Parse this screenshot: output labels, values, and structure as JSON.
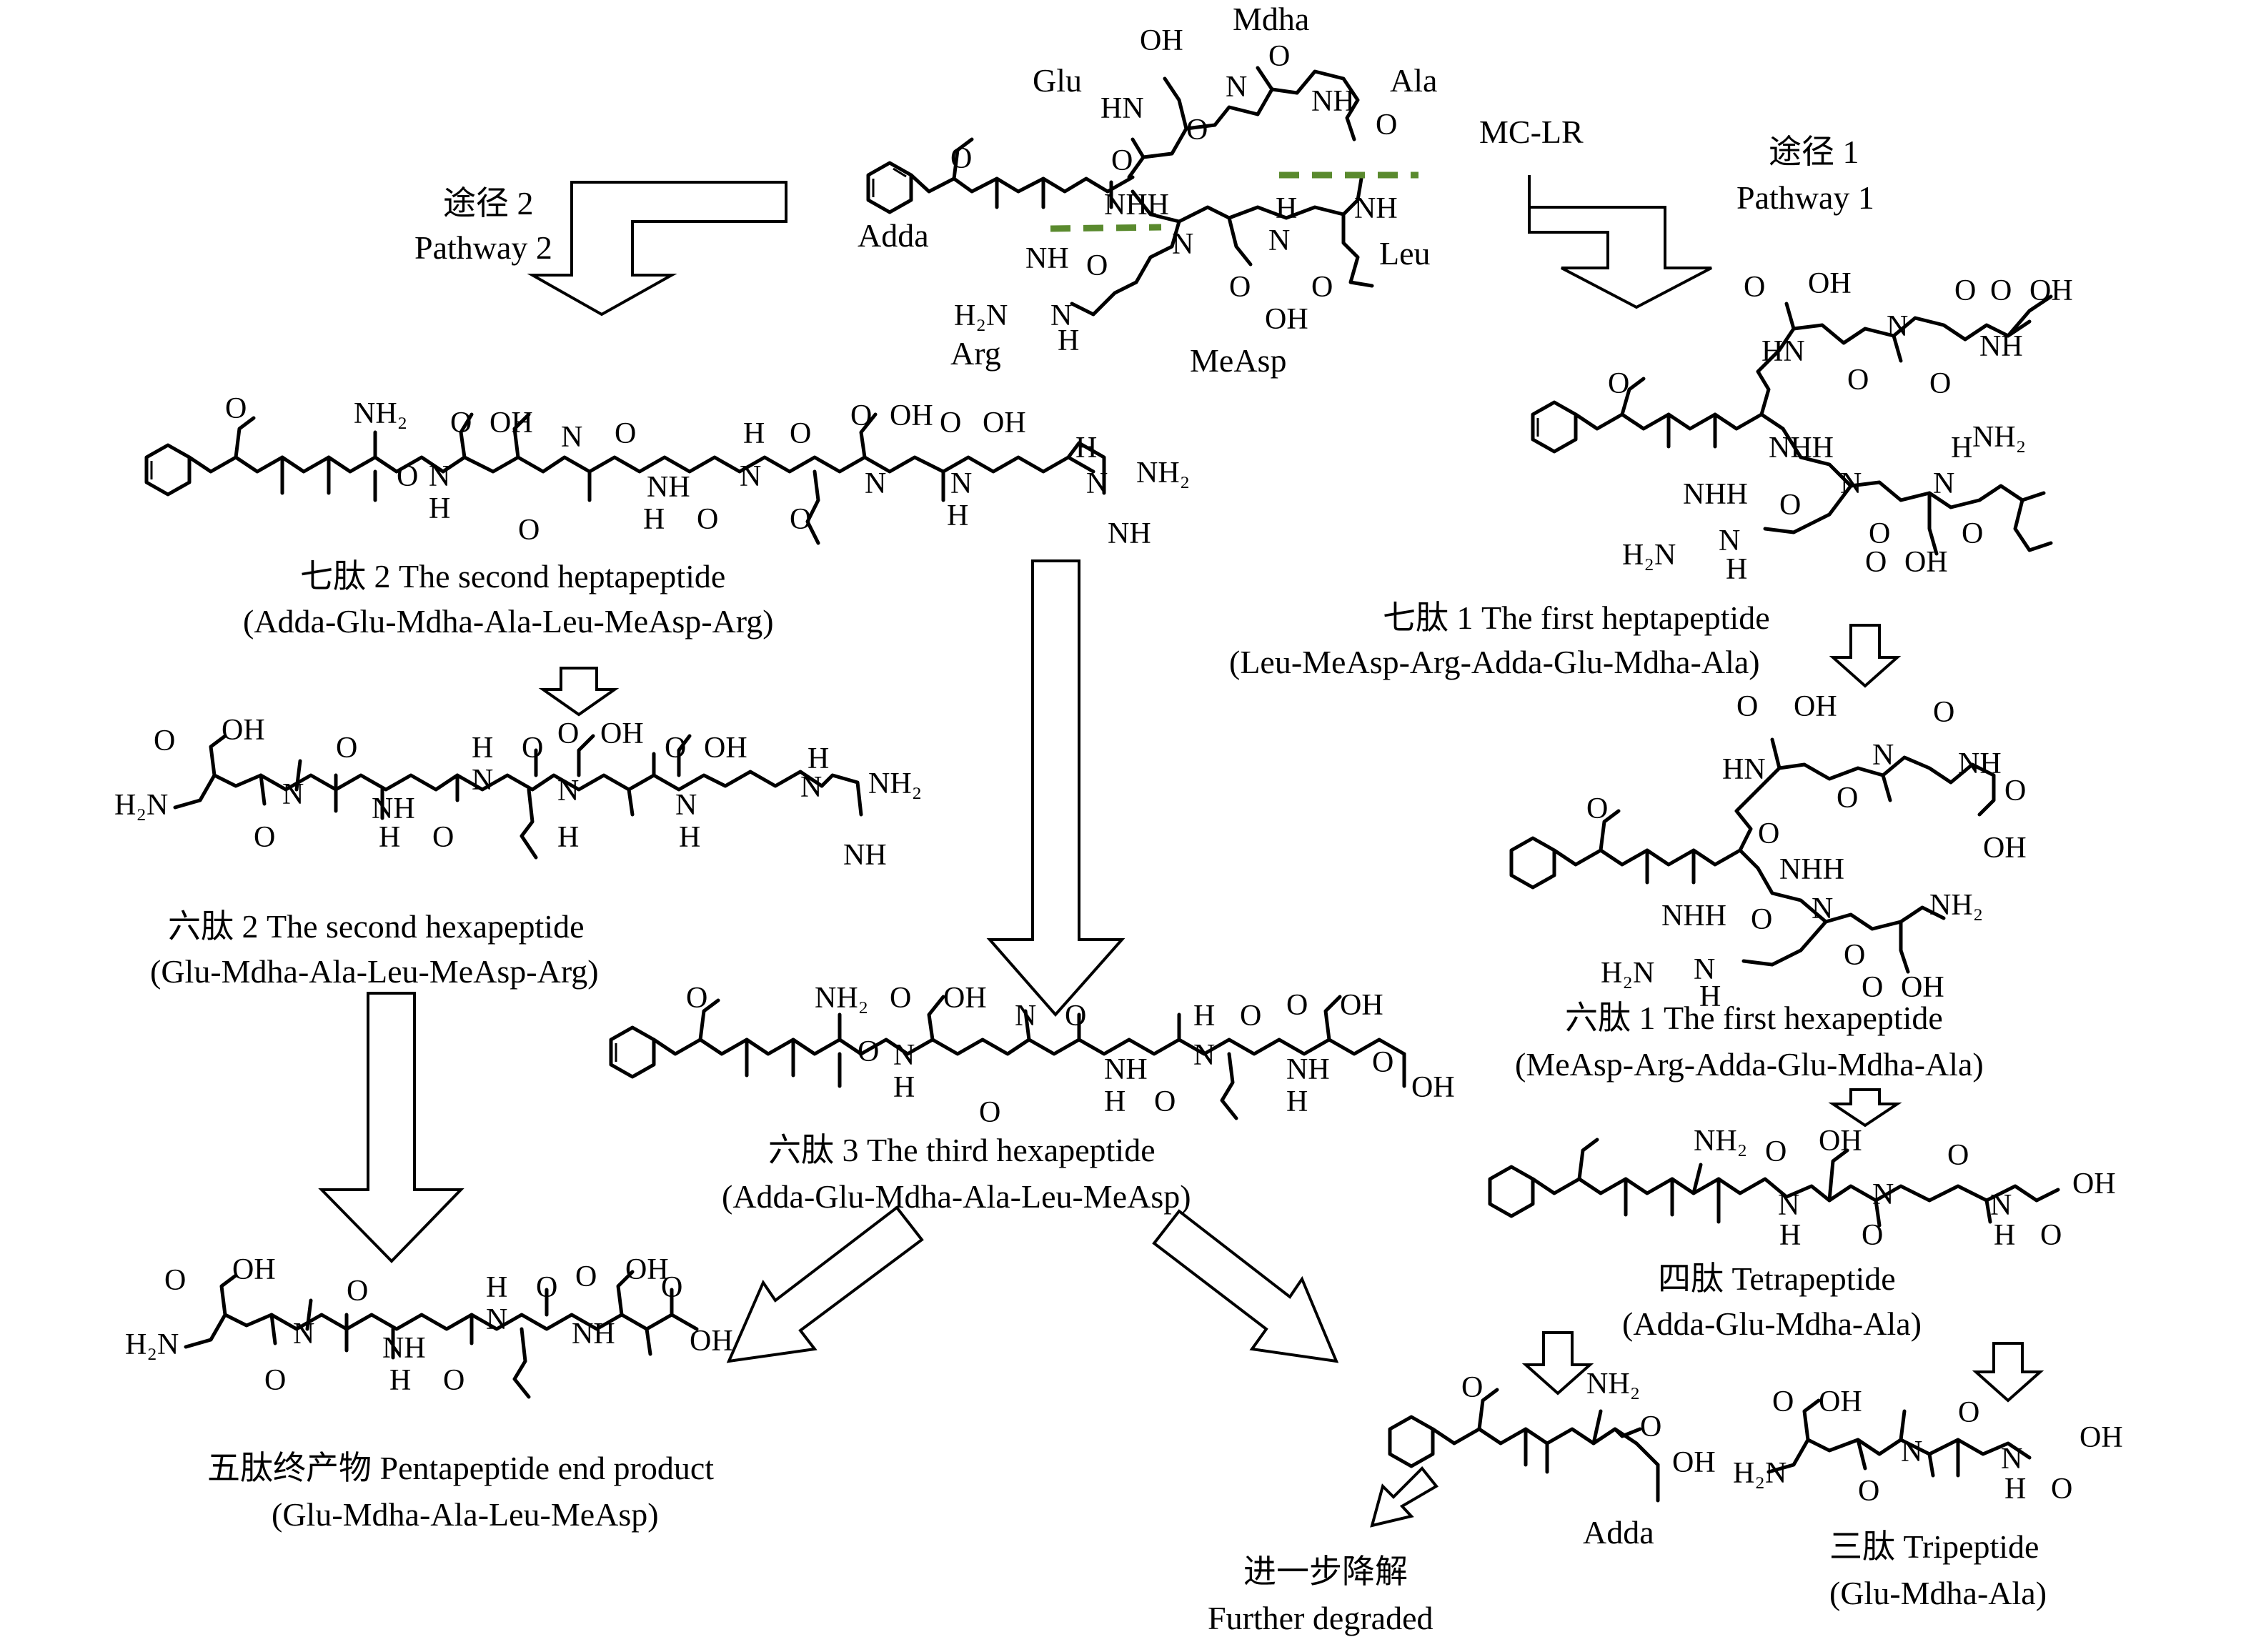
{
  "colors": {
    "cleavage_site": "#5a8a2e",
    "ink": "#000000",
    "background": "#ffffff"
  },
  "parent": {
    "name": "MC-LR",
    "residues": {
      "adda": "Adda",
      "glu": "Glu",
      "mdha": "Mdha",
      "ala": "Ala",
      "leu": "Leu",
      "measp": "MeAsp",
      "arg": "Arg"
    }
  },
  "pathways": {
    "p1": {
      "zh": "途径 1",
      "en": "Pathway 1"
    },
    "p2": {
      "zh": "途径 2",
      "en": "Pathway 2"
    }
  },
  "products": {
    "hepta1": {
      "label": "七肽 1 The first heptapeptide",
      "sequence": "(Leu-MeAsp-Arg-Adda-Glu-Mdha-Ala)"
    },
    "hexa1": {
      "label": "六肽 1 The first hexapeptide",
      "sequence": "(MeAsp-Arg-Adda-Glu-Mdha-Ala)"
    },
    "tetra": {
      "label": "四肽 Tetrapeptide",
      "sequence": "(Adda-Glu-Mdha-Ala)"
    },
    "adda": {
      "label": "Adda"
    },
    "tri": {
      "label": "三肽 Tripeptide",
      "sequence": "(Glu-Mdha-Ala)"
    },
    "hepta2": {
      "label": "七肽 2 The second heptapeptide",
      "sequence": "(Adda-Glu-Mdha-Ala-Leu-MeAsp-Arg)"
    },
    "hexa2": {
      "label": "六肽 2 The second hexapeptide",
      "sequence": "(Glu-Mdha-Ala-Leu-MeAsp-Arg)"
    },
    "hexa3": {
      "label": "六肽 3 The third hexapeptide",
      "sequence": "(Adda-Glu-Mdha-Ala-Leu-MeAsp)"
    },
    "penta": {
      "label": "五肽终产物 Pentapeptide end product",
      "sequence": "(Glu-Mdha-Ala-Leu-MeAsp)"
    },
    "further": {
      "zh": "进一步降解",
      "en": "Further degraded"
    }
  },
  "atom_labels": {
    "oh": "OH",
    "o": "O",
    "nh": "NH",
    "hn": "HN",
    "n": "N",
    "h": "H",
    "nh2": "NH₂",
    "h2n": "H₂N",
    "nhh": "NHH"
  }
}
